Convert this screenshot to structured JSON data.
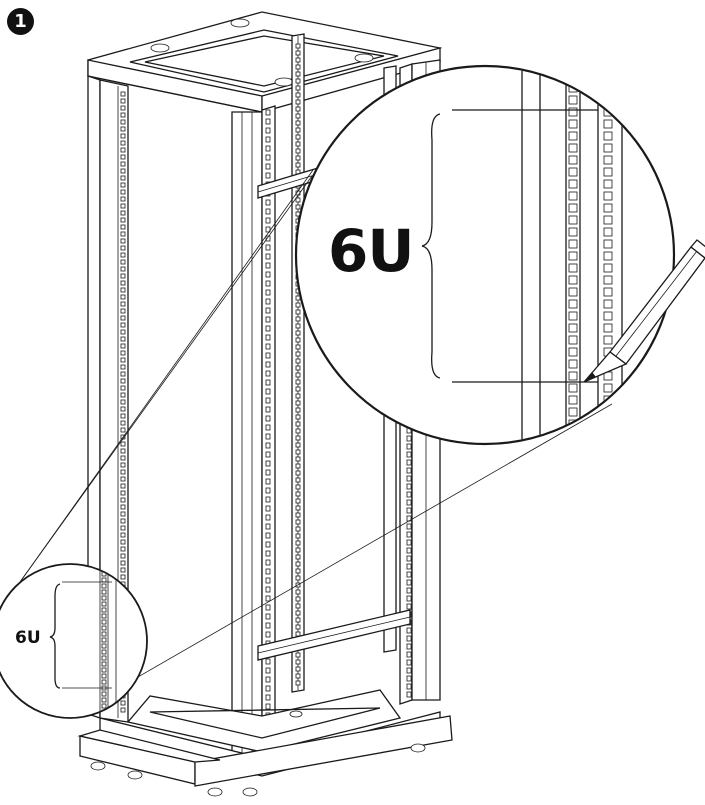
{
  "step": {
    "number": "1"
  },
  "labels": {
    "zoom_label": "6U",
    "small_label": "6U"
  },
  "icons": [
    "rack-cabinet-illustration",
    "magnifier-callout-circle",
    "pencil-icon",
    "bracket-brace"
  ],
  "colors": {
    "ink": "#1a1a1a",
    "paper": "#ffffff"
  }
}
